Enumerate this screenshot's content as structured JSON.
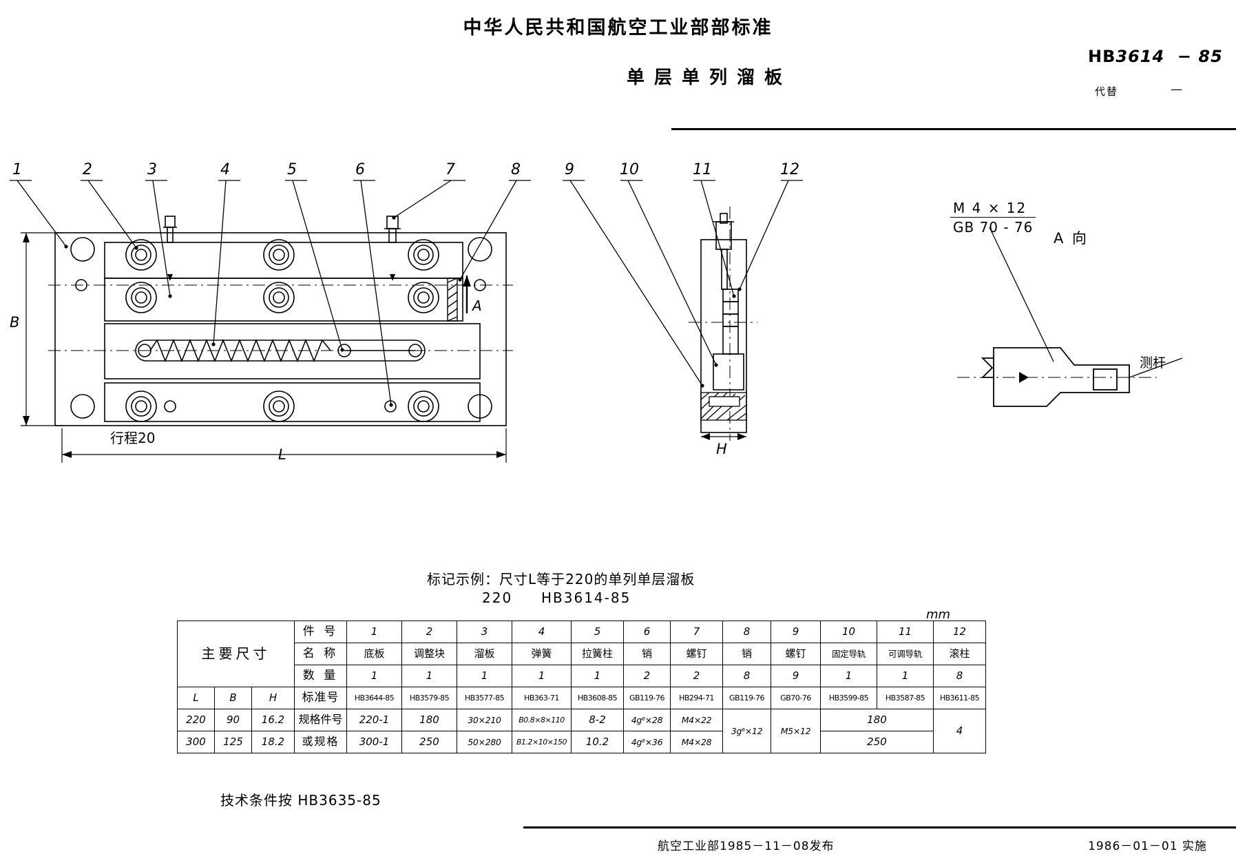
{
  "header": {
    "ministry_title": "中华人民共和国航空工业部部标准",
    "doc_title": "单层单列溜板",
    "standard_prefix": "HB",
    "standard_number": "3614",
    "standard_year": "− 85",
    "replaces_label": "代替",
    "replaces_value": "—"
  },
  "drawing": {
    "leader_numbers": [
      "1",
      "2",
      "3",
      "4",
      "5",
      "6",
      "7",
      "8",
      "9",
      "10",
      "11",
      "12"
    ],
    "dim_B": "B",
    "dim_L": "L",
    "dim_H": "H",
    "travel_note": "行程20",
    "section_mark_a": "A",
    "a_view_title": "A 向",
    "a_view_screw_top": "M 4 × 12",
    "a_view_screw_bottom": "GB 70 - 76",
    "a_view_rod_label": "测杆"
  },
  "marking_example": {
    "line1": "标记示例：尺寸L等于220的单列单层溜板",
    "line2_size": "220",
    "line2_std": "HB3614-85",
    "unit": "mm"
  },
  "table": {
    "main_dim_label": "主要尺寸",
    "row_labels": {
      "part_no": "件 号",
      "name": "名 称",
      "quantity": "数 量",
      "standard_no": "标准号",
      "spec_no": "规格件号",
      "or_spec": "或规格"
    },
    "dim_headers": [
      "L",
      "B",
      "H"
    ],
    "part_numbers": [
      "1",
      "2",
      "3",
      "4",
      "5",
      "6",
      "7",
      "8",
      "9",
      "10",
      "11",
      "12"
    ],
    "names": [
      "底板",
      "调整块",
      "溜板",
      "弹簧",
      "拉簧柱",
      "销",
      "螺钉",
      "销",
      "螺钉",
      "固定导轨",
      "可调导轨",
      "滚柱"
    ],
    "quantities": [
      "1",
      "1",
      "1",
      "1",
      "1",
      "2",
      "2",
      "8",
      "9",
      "1",
      "1",
      "8"
    ],
    "standards": [
      "HB3644-85",
      "HB3579-85",
      "HB3577-85",
      "HB363-71",
      "HB3608-85",
      "GB119-76",
      "HB294-71",
      "GB119-76",
      "GB70-76",
      "HB3599-85",
      "HB3587-85",
      "HB3611-85"
    ],
    "rows": [
      {
        "L": "220",
        "B": "90",
        "H": "16.2",
        "specs": [
          "220-1",
          "180",
          "30×210",
          "B0.8×8×110",
          "8-2",
          "4g⁶×28",
          "M4×22",
          "3g⁶×12",
          "M5×12",
          "180",
          "180",
          "4"
        ]
      },
      {
        "L": "300",
        "B": "125",
        "H": "18.2",
        "specs": [
          "300-1",
          "250",
          "50×280",
          "B1.2×10×150",
          "10.2",
          "4g⁶×36",
          "M4×28",
          "3g⁶×12",
          "M5×12",
          "250",
          "250",
          "4"
        ]
      }
    ],
    "merged_rail_top": "180",
    "merged_rail_bottom": "250",
    "merged_pin_spec": "3g⁶×12",
    "merged_screw_spec": "M5×12",
    "merged_roller_spec": "4"
  },
  "tech_condition": "技术条件按 HB3635-85",
  "footer": {
    "issued": "航空工业部1985－11－08发布",
    "effective": "1986－01－01 实施"
  }
}
